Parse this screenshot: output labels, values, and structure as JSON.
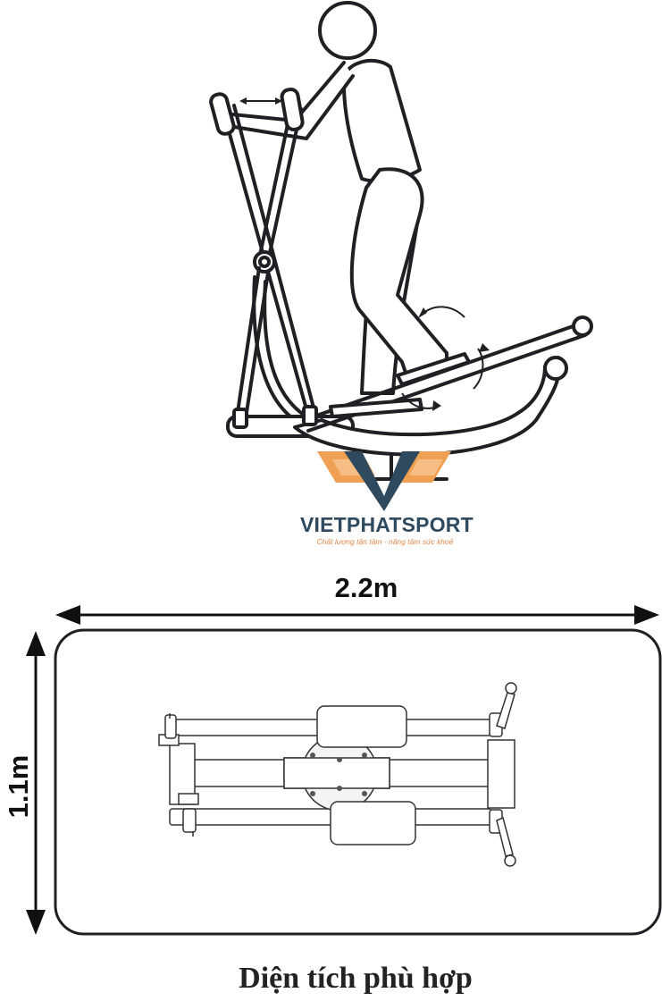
{
  "brand": {
    "name": "VIETPHATSPORT",
    "slogan": "Chất lượng tận tâm - nâng tầm sức khoẻ",
    "colors": {
      "orange": "#f0a052",
      "navy": "#2f4a5f"
    }
  },
  "dimensions": {
    "width_label": "2.2m",
    "height_label": "1.1m"
  },
  "caption": "Diện tích phù hợp",
  "colors": {
    "line": "#1f1f24"
  }
}
